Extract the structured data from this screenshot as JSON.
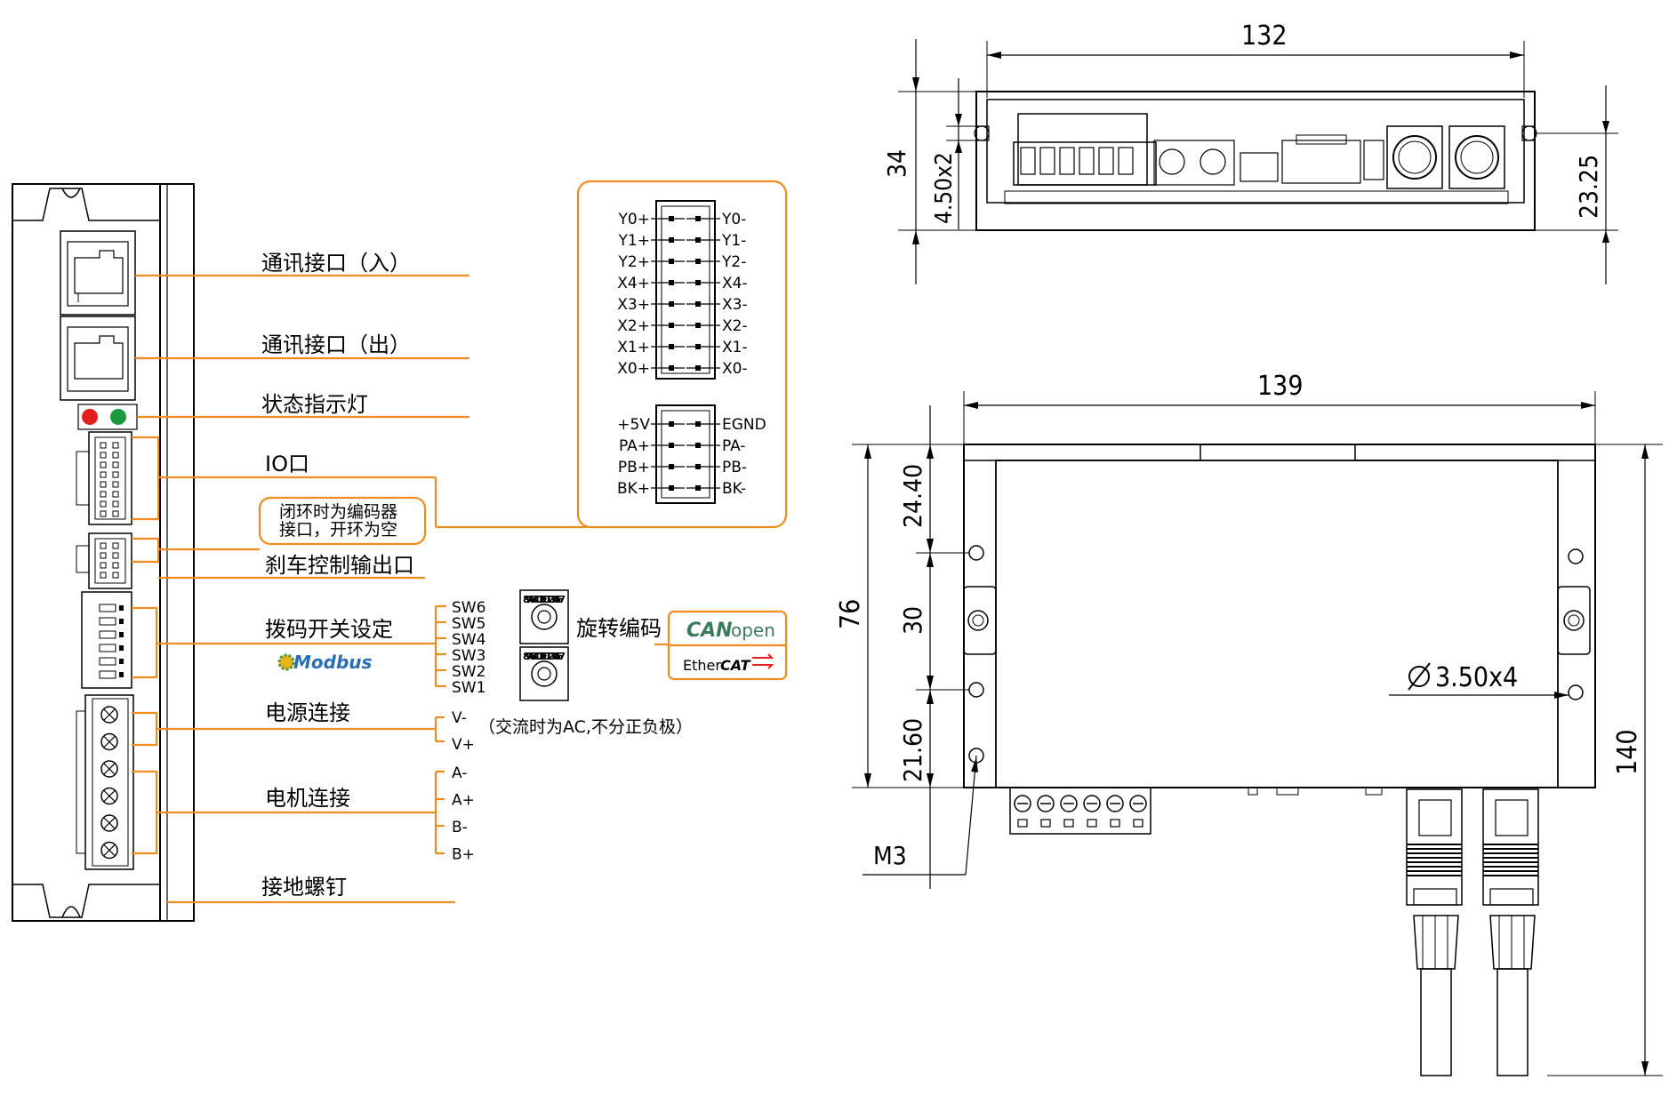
{
  "labels": {
    "comm_in": "通讯接口（入）",
    "comm_out": "通讯接口（出）",
    "status_led": "状态指示灯",
    "io_port": "IO口",
    "encoder_note_1": "闭环时为编码器",
    "encoder_note_2": "接口，开环为空",
    "brake_output": "刹车控制输出口",
    "dip_switch": "拨码开关设定",
    "modbus": "Modbus",
    "rotary_encoder": "旋转编码",
    "power_conn": "电源连接",
    "power_note": "（交流时为AC,不分正负极）",
    "motor_conn": "电机连接",
    "ground_screw": "接地螺钉"
  },
  "dip_switches": [
    "SW6",
    "SW5",
    "SW4",
    "SW3",
    "SW2",
    "SW1"
  ],
  "power_pins": [
    "V-",
    "V+"
  ],
  "motor_pins": [
    "A-",
    "A+",
    "B-",
    "B+"
  ],
  "io_pins_left": [
    "Y0+",
    "Y1+",
    "Y2+",
    "X4+",
    "X3+",
    "X2+",
    "X1+",
    "X0+"
  ],
  "io_pins_right": [
    "Y0-",
    "Y1-",
    "Y2-",
    "X4-",
    "X3-",
    "X2-",
    "X1-",
    "X0-"
  ],
  "enc_pins_left": [
    "+5V",
    "PA+",
    "PB+",
    "BK+"
  ],
  "enc_pins_right": [
    "EGND",
    "PA-",
    "PB-",
    "BK-"
  ],
  "protocols": {
    "canopen_bold": "CAN",
    "canopen_light": "open",
    "ethercat_light": "Ether",
    "ethercat_bold": "CAT"
  },
  "rotary_digits": "89ABCDEF01234567",
  "dimensions": {
    "top_width": "132",
    "top_height": "34",
    "top_slot": "4.50x2",
    "top_inner": "23.25",
    "front_width": "139",
    "front_height": "76",
    "hole_top": "24.40",
    "hole_mid": "30",
    "hole_bottom": "21.60",
    "hole_dia": "3.50x4",
    "total_height": "140",
    "screw": "M3"
  },
  "colors": {
    "callout": "#f08c1e",
    "led_red": "#e3201b",
    "led_green": "#1a9a3c",
    "canopen": "#3a7d5a",
    "modbus": "#2a6fb5"
  }
}
